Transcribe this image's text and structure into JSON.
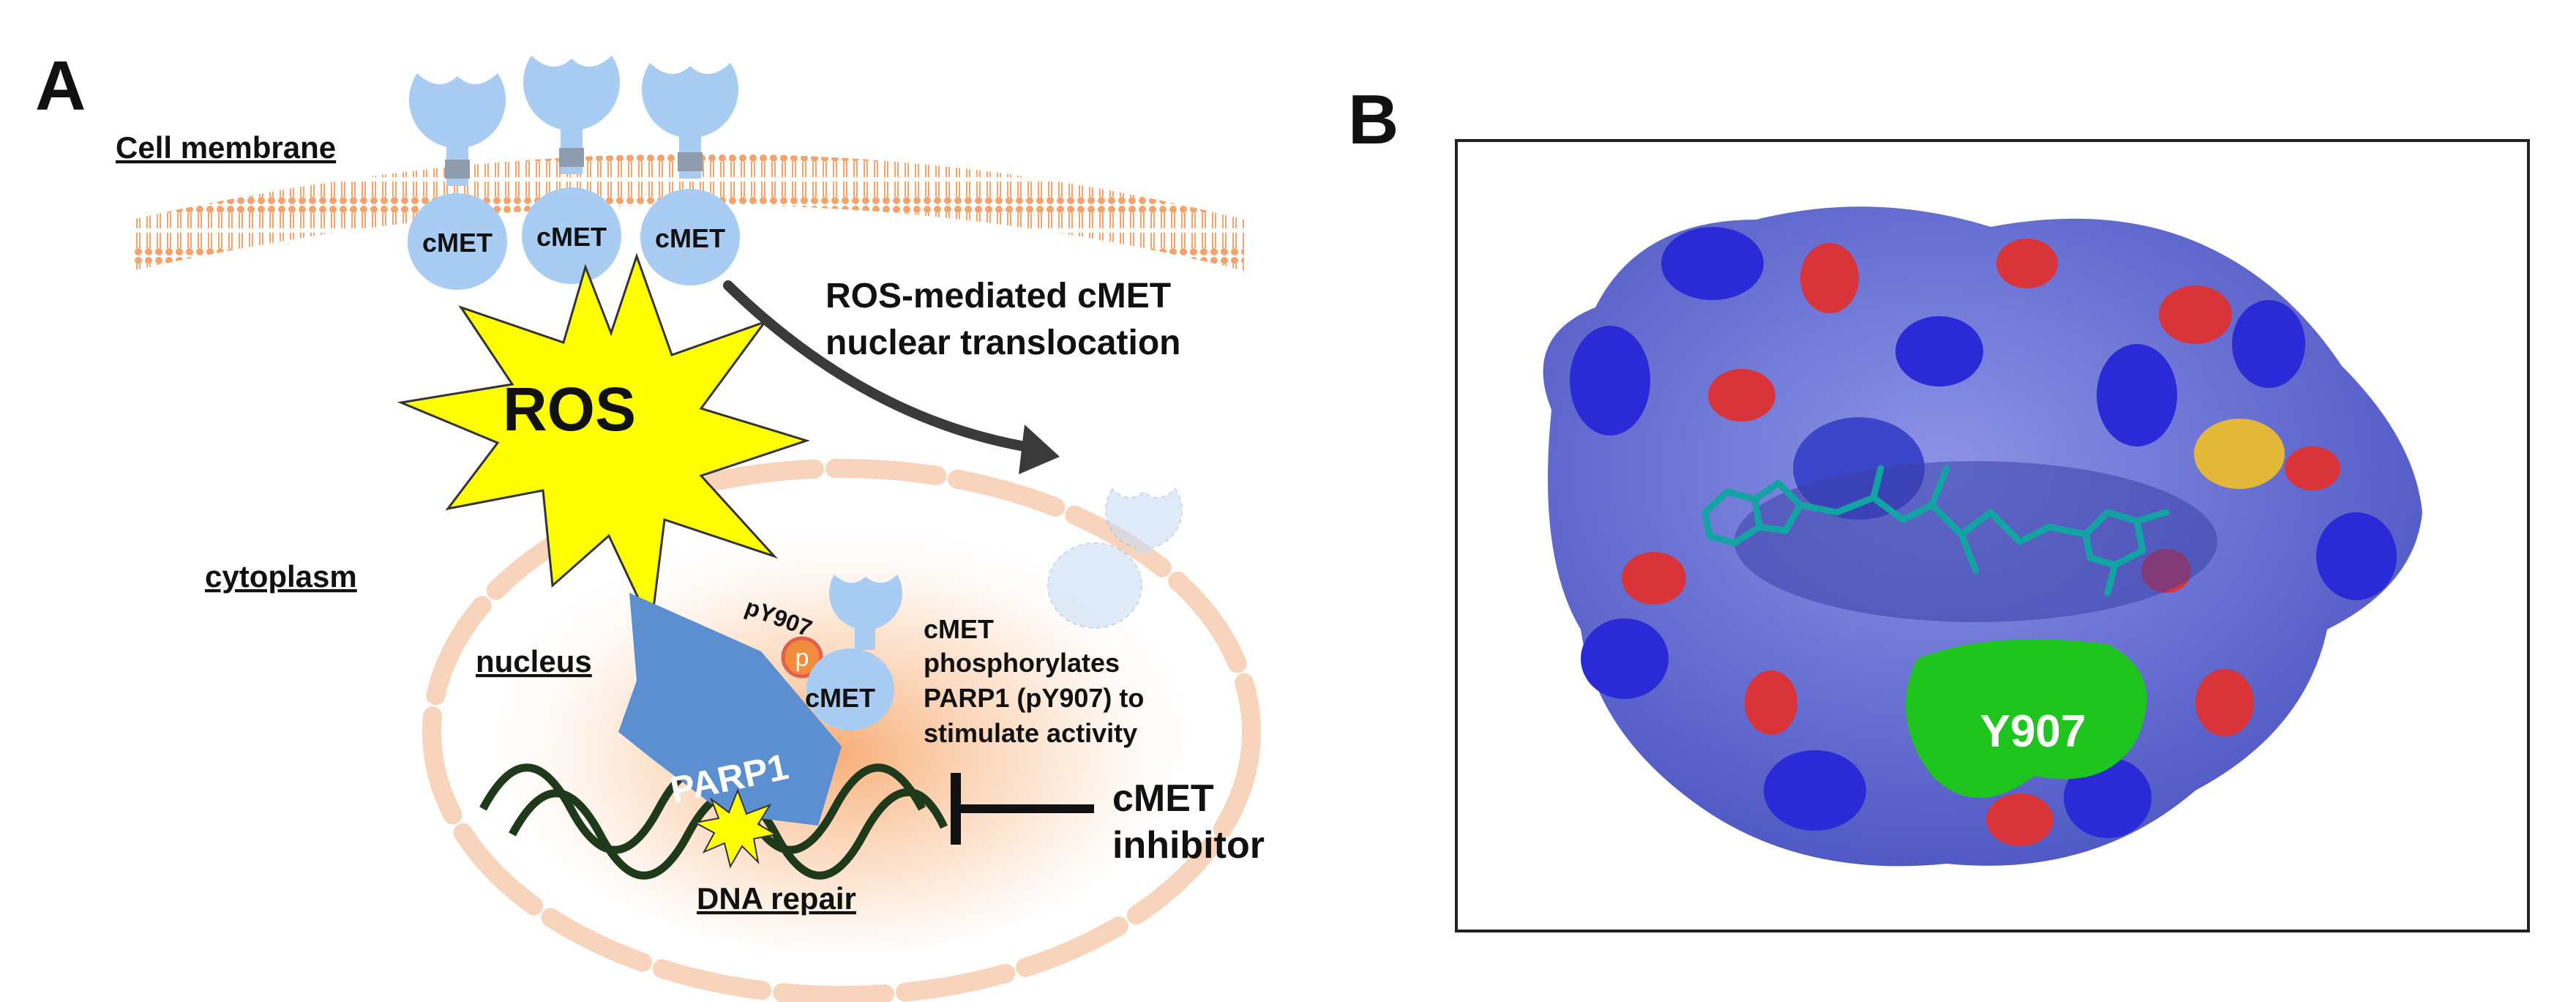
{
  "panels": {
    "a_letter": "A",
    "b_letter": "B"
  },
  "panel_a": {
    "membrane_label": "Cell membrane",
    "receptors": [
      "cMET",
      "cMET",
      "cMET"
    ],
    "ros_label": "ROS",
    "cytoplasm_label": "cytoplasm",
    "nucleus_label": "nucleus",
    "translocation_line1": "ROS-mediated cMET",
    "translocation_line2": "nuclear translocation",
    "parp_label": "PARP1",
    "phospho_site": "pY907",
    "phospho_symbol": "p",
    "nuclear_cmet": "cMET",
    "activity_lines": [
      "cMET",
      "phosphorylates",
      "PARP1 (pY907) to",
      "stimulate activity"
    ],
    "inhibitor_line1": "cMET",
    "inhibitor_line2": "inhibitor",
    "dna_repair_label": "DNA repair"
  },
  "panel_b": {
    "residue_label": "Y907"
  },
  "colors": {
    "receptor_blue": "#a8ccf2",
    "membrane_orange": "#f5a36c",
    "ros_yellow": "#ffff00",
    "parp_blue": "#5b8fd0",
    "phospho_orange": "#f08c3c",
    "dna_green": "#1f3a1a",
    "surface_blue": "#2a2ad6",
    "surface_periwinkle": "#6a74d8",
    "surface_red": "#d8343a",
    "surface_green": "#1fc41f",
    "surface_yellow": "#e3b839",
    "ligand_teal": "#12a3a3"
  }
}
